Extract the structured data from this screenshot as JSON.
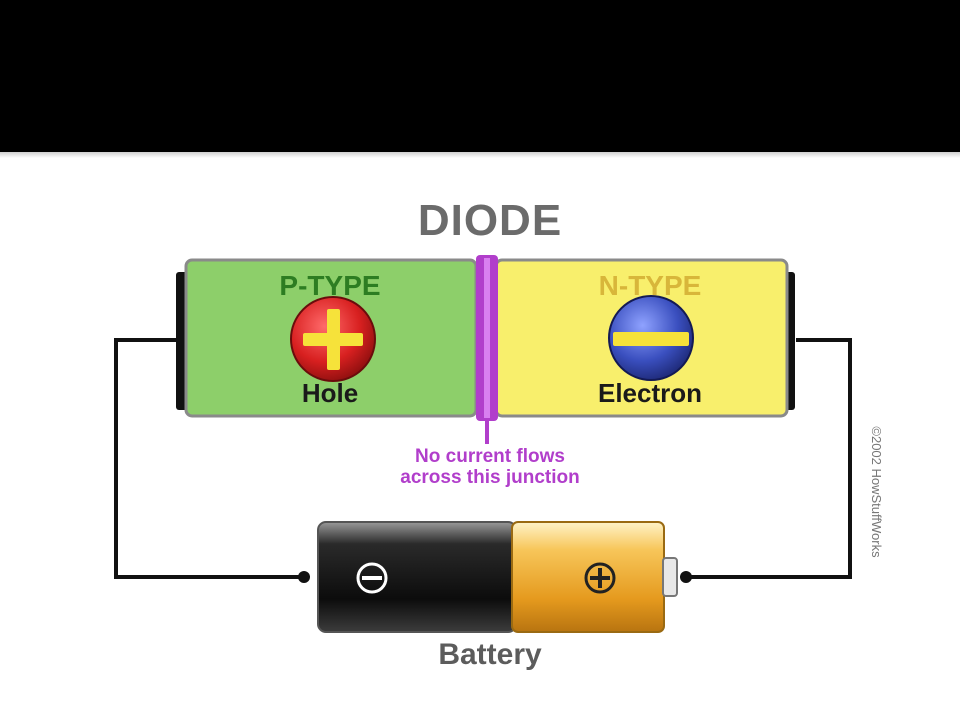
{
  "title": "DIODE",
  "p_region": {
    "label": "P-TYPE",
    "carrier": "Hole",
    "symbol": "+"
  },
  "n_region": {
    "label": "N-TYPE",
    "carrier": "Electron",
    "symbol": "−"
  },
  "junction_note": [
    "No current flows",
    "across this junction"
  ],
  "battery": {
    "label": "Battery",
    "neg_symbol": "⊖",
    "pos_symbol": "⊕"
  },
  "copyright": "©2002 HowStuffWorks",
  "colors": {
    "p_fill": "#8dcf6a",
    "n_fill": "#f8ef6c",
    "junction": "#b13ecb",
    "hole": "#d82020",
    "electron": "#3a4fbf",
    "title": "#6b6b6b"
  }
}
